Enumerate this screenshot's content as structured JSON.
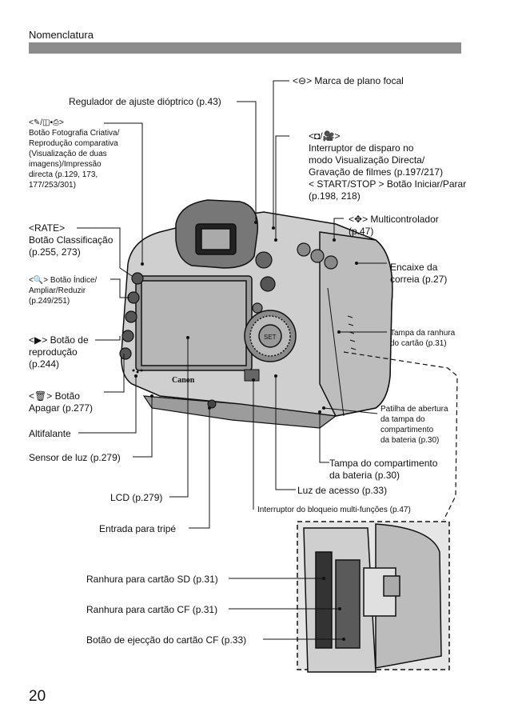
{
  "header": "Nomenclatura",
  "page_number": "20",
  "brand": "Canon",
  "set_label": "SET",
  "labels": {
    "focal_plane": "<⊖> Marca de plano focal",
    "dioptric": "Regulador de ajuste dióptrico (p.43)",
    "creative": "<✎/◫•⎙>\nBotão Fotografia Criativa/\nReprodução comparativa\n(Visualização de duas\nimagens)/Impressão\ndirecta (p.129, 173,\n177/253/301)",
    "liveview": "<◘/🎥>\nInterruptor de disparo no\nmodo Visualização Directa/\nGravação de filmes (p.197/217)\n< START/STOP > Botão Iniciar/Parar\n(p.198, 218)",
    "rate": "<RATE>\nBotão Classificação\n(p.255, 273)",
    "multicontroller": "<✥> Multicontrolador\n(p.47)",
    "strap": "Encaixe da\ncorreia (p.27)",
    "index": "<🔍> Botão Índice/\nAmpliar/Reduzir\n(p.249/251)",
    "card_slot_cover": "Tampa da ranhura\ndo cartão (p.31)",
    "playback": "<▶> Botão de\nreprodução\n(p.244)",
    "delete": "<🗑> Botão\nApagar (p.277)",
    "battery_lever": "Patilha de abertura\nda tampa do\ncompartimento\nda bateria (p.30)",
    "speaker": "Altifalante",
    "light_sensor": "Sensor de luz (p.279)",
    "battery_cover": "Tampa do compartimento\nda bateria (p.30)",
    "lcd": "LCD (p.279)",
    "access_lamp": "Luz de acesso (p.33)",
    "lock": "Interruptor do bloqueio multi-funções (p.47)",
    "tripod": "Entrada para tripé",
    "sd_slot": "Ranhura para cartão SD (p.31)",
    "cf_slot": "Ranhura para cartão CF (p.31)",
    "cf_eject": "Botão de ejecção do cartão CF (p.33)"
  }
}
